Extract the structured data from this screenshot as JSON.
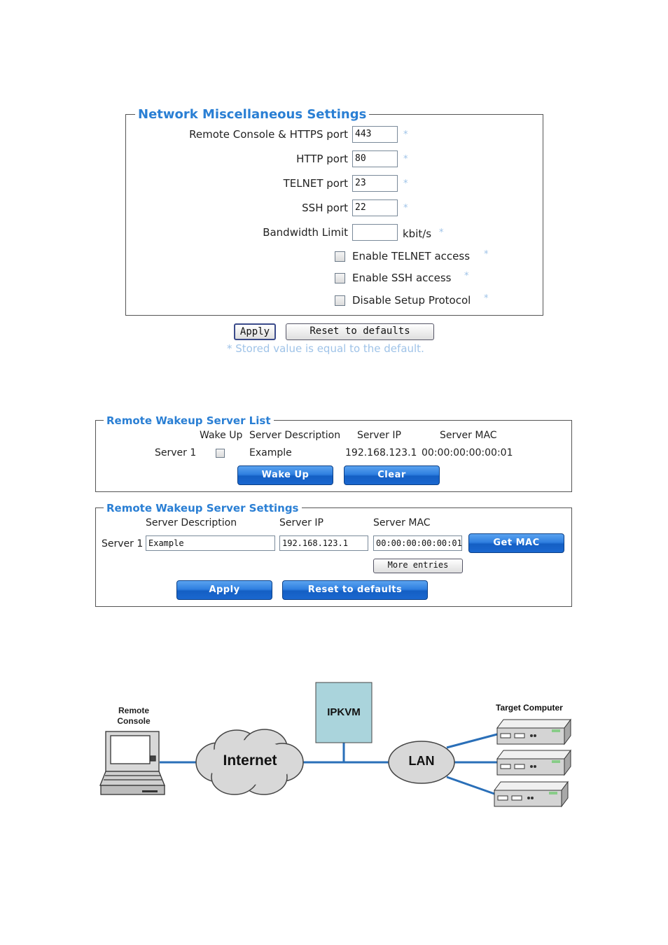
{
  "network": {
    "title": "Network Miscellaneous Settings",
    "fields": [
      {
        "label": "Remote Console & HTTPS port",
        "value": "443",
        "star": "*"
      },
      {
        "label": "HTTP port",
        "value": "80",
        "star": "*"
      },
      {
        "label": "TELNET port",
        "value": "23",
        "star": "*"
      },
      {
        "label": "SSH port",
        "value": "22",
        "star": "*"
      }
    ],
    "bandwidth": {
      "label": "Bandwidth Limit",
      "value": "",
      "unit": "kbit/s",
      "star": "*"
    },
    "checkboxes": [
      {
        "label": "Enable TELNET access",
        "checked": false,
        "star": "*"
      },
      {
        "label": "Enable SSH access",
        "checked": false,
        "star": "*"
      },
      {
        "label": "Disable Setup Protocol",
        "checked": false,
        "star": "*"
      }
    ],
    "apply_label": "Apply",
    "reset_label": "Reset to defaults",
    "footnote": "* Stored value is equal to the default."
  },
  "wakeup_list": {
    "title": "Remote Wakeup Server List",
    "headers": [
      "Wake Up",
      "Server Description",
      "Server IP",
      "Server MAC"
    ],
    "rows": [
      {
        "name": "Server 1",
        "wake": false,
        "description": "Example",
        "ip": "192.168.123.1",
        "mac": "00:00:00:00:00:01"
      }
    ],
    "wakeup_label": "Wake Up",
    "clear_label": "Clear"
  },
  "wakeup_settings": {
    "title": "Remote Wakeup Server Settings",
    "headers": [
      "Server Description",
      "Server IP",
      "Server MAC"
    ],
    "row": {
      "name": "Server 1",
      "description": "Example",
      "ip": "192.168.123.1",
      "mac": "00:00:00:00:00:01"
    },
    "getmac_label": "Get MAC",
    "more_label": "More entries",
    "apply_label": "Apply",
    "reset_label": "Reset to defaults"
  },
  "diagram": {
    "remote_console": [
      "Remote",
      "Console"
    ],
    "internet": "Internet",
    "ipkvm": "IPKVM",
    "lan": "LAN",
    "target": "Target Computer"
  },
  "colors": {
    "accent": "#2a7fd4",
    "star": "#9fc3e8",
    "button": "#2f7fe0",
    "link": "#2a6fb8",
    "ipkvm_fill": "#aad4dc"
  }
}
